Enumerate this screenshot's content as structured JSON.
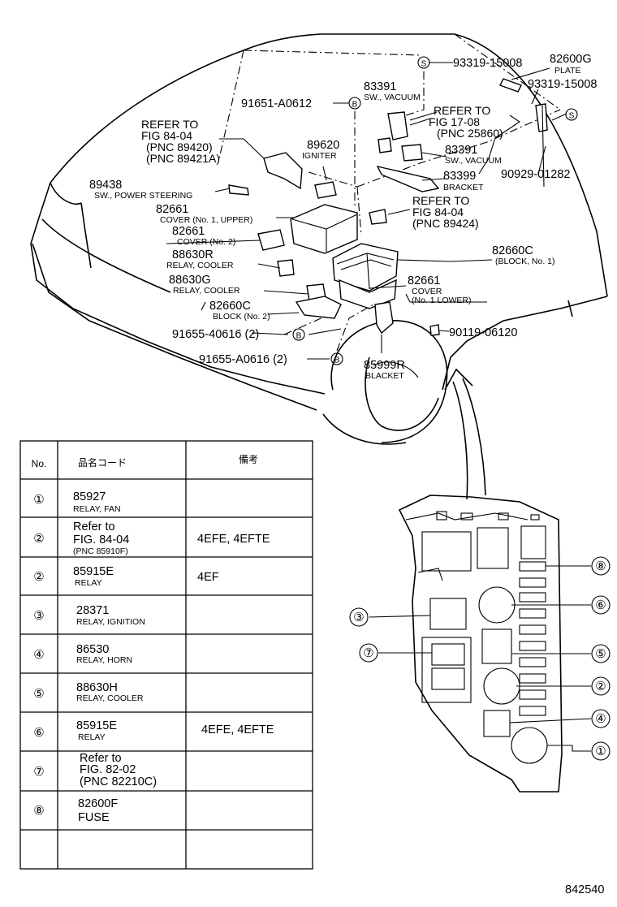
{
  "diagram_id": "842540",
  "callouts": {
    "c93319a": "93319-15008",
    "c82600g": "82600G",
    "c82600g_desc": "PLATE",
    "c93319b": "93319-15008",
    "c91651": "91651-A0612",
    "c83391a": "83391",
    "c83391a_desc": "SW., VACUUM",
    "ref_17_08": [
      "REFER TO",
      "FIG 17-08",
      "(PNC 25860)"
    ],
    "ref_84_04a": [
      "REFER TO",
      "FIG 84-04",
      "(PNC 89420)",
      "(PNC 89421A)"
    ],
    "c89620": "89620",
    "c89620_desc": "IGNITER",
    "c83391b": "83391",
    "c83391b_desc": "SW., VACUUM",
    "c90929": "90929-01282",
    "c83399": "83399",
    "c83399_desc": "BRACKET",
    "c89438": "89438",
    "c89438_desc": "SW., POWER STEERING",
    "ref_84_04b": [
      "REFER TO",
      "FIG 84-04",
      "(PNC 89424)"
    ],
    "c82661a": "82661",
    "c82661a_desc": "COVER (No. 1, UPPER)",
    "c82661b": "82661",
    "c82661b_desc": "COVER (No. 2)",
    "c88630r": "88630R",
    "c88630r_desc": "RELAY, COOLER",
    "c82660c_a": "82660C",
    "c82660c_a_desc": "(BLOCK, No. 1)",
    "c88630g": "88630G",
    "c88630g_desc": "RELAY, COOLER",
    "c82661c": "82661",
    "c82661c_desc": "COVER",
    "c82661c_desc2": "(No. 1 LOWER)",
    "c82660c_b": "82660C",
    "c82660c_b_desc": "BLOCK (No. 2)",
    "c91655a": "91655-40616 (2)",
    "c90119": "90119-06120",
    "c91655b": "91655-A0616 (2)",
    "c85999r": "85999R",
    "c85999r_desc": "BLACKET"
  },
  "symbols": {
    "s": "S",
    "b": "B"
  },
  "table": {
    "headers": [
      "No.",
      "品名コード",
      "備考"
    ],
    "rows": [
      {
        "no": "①",
        "code": "85927",
        "sub": "RELAY, FAN",
        "note": ""
      },
      {
        "no": "②",
        "code": "Refer to",
        "code2": "FIG. 84-04",
        "sub": "(PNC 85910F)",
        "note": "4EFE, 4EFTE"
      },
      {
        "no": "②",
        "code": "85915E",
        "sub": "RELAY",
        "note": "4EF"
      },
      {
        "no": "③",
        "code": "28371",
        "sub": "RELAY, IGNITION",
        "note": ""
      },
      {
        "no": "④",
        "code": "86530",
        "sub": "RELAY, HORN",
        "note": ""
      },
      {
        "no": "⑤",
        "code": "88630H",
        "sub": "RELAY, COOLER",
        "note": ""
      },
      {
        "no": "⑥",
        "code": "85915E",
        "sub": "RELAY",
        "note": "4EFE, 4EFTE"
      },
      {
        "no": "⑦",
        "code": "Refer to",
        "code2": "FIG. 82-02",
        "code3": "(PNC 82210C)",
        "note": ""
      },
      {
        "no": "⑧",
        "code": "82600F",
        "code2": "FUSE",
        "note": ""
      },
      {
        "no": "",
        "code": "",
        "note": ""
      }
    ]
  },
  "block_markers": [
    "①",
    "②",
    "③",
    "④",
    "⑤",
    "⑥",
    "⑦",
    "⑧"
  ]
}
